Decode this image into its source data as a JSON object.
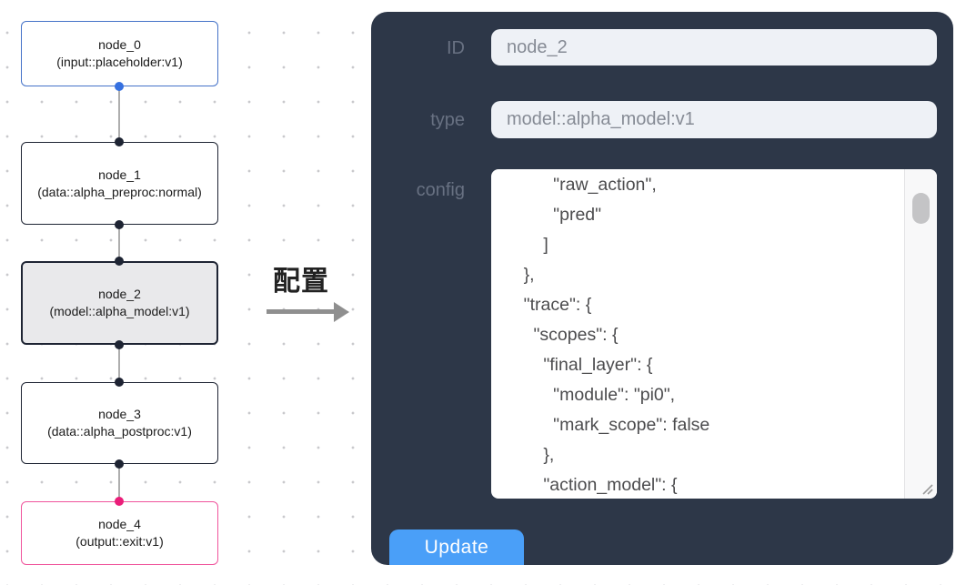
{
  "canvas": {
    "nodes": [
      {
        "title": "node_0",
        "subtitle": "(input::placeholder:v1)",
        "kind": "input",
        "selected": false
      },
      {
        "title": "node_1",
        "subtitle": "(data::alpha_preproc:normal)",
        "kind": "data",
        "selected": false
      },
      {
        "title": "node_2",
        "subtitle": "(model::alpha_model:v1)",
        "kind": "model",
        "selected": true
      },
      {
        "title": "node_3",
        "subtitle": "(data::alpha_postproc:v1)",
        "kind": "data",
        "selected": false
      },
      {
        "title": "node_4",
        "subtitle": "(output::exit:v1)",
        "kind": "output",
        "selected": false
      }
    ]
  },
  "transfer": {
    "label": "配置"
  },
  "panel": {
    "id_label": "ID",
    "id_value": "node_2",
    "type_label": "type",
    "type_value": "model::alpha_model:v1",
    "config_label": "config",
    "config_value": "          \"raw_action\",\n          \"pred\"\n        ]\n    },\n    \"trace\": {\n      \"scopes\": {\n        \"final_layer\": {\n          \"module\": \"pi0\",\n          \"mark_scope\": false\n        },\n        \"action_model\": {",
    "update_label": "Update"
  },
  "colors": {
    "panel_bg": "#2d3748",
    "accent_blue": "#4a9ff8",
    "node_border_input": "#4472c8",
    "node_border_default": "#1e2433",
    "node_border_output": "#f0549c",
    "node_selected_bg": "#e9e9eb",
    "handle_blue": "#3570e0",
    "handle_dark": "#1e2433",
    "handle_pink": "#ea1e79",
    "input_bg": "#eef1f6"
  }
}
